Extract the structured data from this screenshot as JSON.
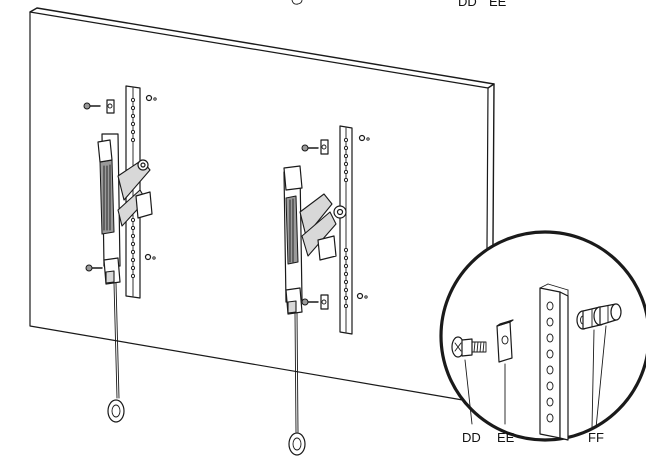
{
  "labels": {
    "top_left": "DD",
    "top_right": "EE",
    "detail_screw": "DD",
    "detail_washer": "EE",
    "detail_spacers": "FF"
  }
}
